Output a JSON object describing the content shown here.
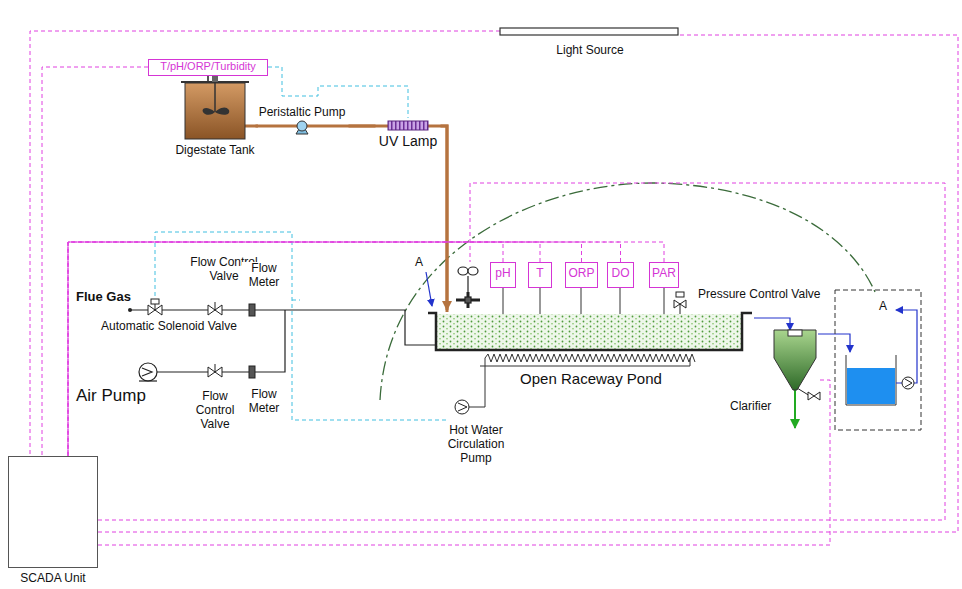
{
  "diagram": {
    "nodes": [
      {
        "text": [
          "Light Source"
        ]
      },
      {
        "text": [
          "T/pH/ORP/Turbidity"
        ]
      },
      {
        "text": [
          "Digestate Tank"
        ]
      },
      {
        "text": [
          "Peristaltic Pump"
        ]
      },
      {
        "text": [
          "UV Lamp"
        ]
      },
      {
        "text": [
          "pH"
        ]
      },
      {
        "text": [
          "T"
        ]
      },
      {
        "text": [
          "ORP"
        ]
      },
      {
        "text": [
          "DO"
        ]
      },
      {
        "text": [
          "PAR"
        ]
      },
      {
        "text": [
          "Open Raceway Pond"
        ]
      },
      {
        "text": [
          "Clarifier"
        ]
      },
      {
        "text": [
          "SCADA Unit"
        ]
      }
    ],
    "edges": [
      {
        "from": 2,
        "to": 3,
        "arrow": "none"
      },
      {
        "from": 3,
        "to": 4,
        "arrow": "none"
      },
      {
        "from": 4,
        "to": 10,
        "arrow": "to"
      },
      {
        "from": 10,
        "to": 11,
        "arrow": "to"
      },
      {
        "from": 0,
        "to": 12,
        "arrow": "none"
      },
      {
        "from": 1,
        "to": 12,
        "arrow": "none"
      },
      {
        "from": 5,
        "to": 12,
        "arrow": "none"
      },
      {
        "from": 6,
        "to": 12,
        "arrow": "none"
      },
      {
        "from": 7,
        "to": 12,
        "arrow": "none"
      },
      {
        "from": 8,
        "to": 12,
        "arrow": "none"
      },
      {
        "from": 9,
        "to": 12,
        "arrow": "none"
      },
      {
        "from": 11,
        "to": 12,
        "arrow": "none"
      }
    ],
    "labels": [
      "Flue Gas",
      "Flow Control Valve",
      "Flow Meter",
      "Automatic Solenoid Valve",
      "Air Pump",
      "Flow Control Valve",
      "Flow Meter",
      "Pressure Control Valve",
      "Hot Water Circulation Pump",
      "A",
      "A"
    ]
  }
}
